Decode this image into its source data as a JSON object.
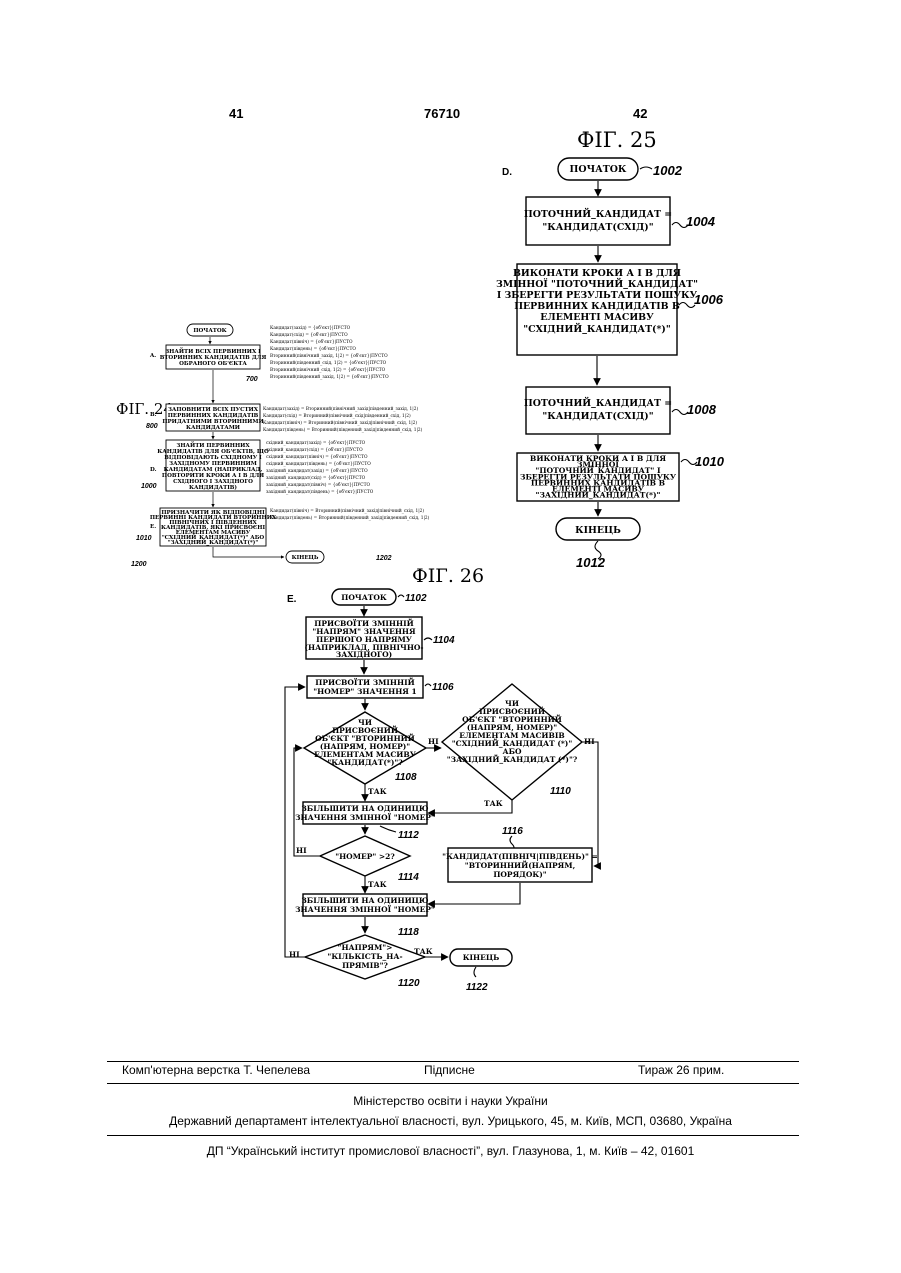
{
  "header": {
    "left_page": "41",
    "patent_number": "76710",
    "right_page": "42"
  },
  "fig24": {
    "title": "ФІГ. 24",
    "start": "ПОЧАТОК",
    "end": "КІНЕЦЬ",
    "step_a": {
      "letter": "A.",
      "lines": [
        "ЗНАЙТИ ВСІХ ПЕРВИННИХ І",
        "ВТОРИННИХ КАНДИДАТІВ ДЛЯ",
        "ОБРАНОГО ОБ'ЄКТА"
      ]
    },
    "step_b": {
      "letter": "B.",
      "lines": [
        "ЗАПОВНИТИ ВСІХ ПУСТИХ",
        "ПЕРВИННИХ КАНДИДАТІВ",
        "ПРИДАТНИМИ ВТОРИННИМИ",
        "КАНДИДАТАМИ"
      ]
    },
    "step_d": {
      "letter": "D.",
      "lines": [
        "ЗНАЙТИ ПЕРВИННИХ",
        "КАНДИДАТІВ ДЛЯ ОБ'ЄКТІВ, ЩО",
        "ВІДПОВІДАЮТЬ СХІДНОМУ І",
        "ЗАХІДНОМУ ПЕРВИННИМ",
        "КАНДИДАТАМ (НАПРИКЛАД,",
        "ПОВТОРИТИ КРОКИ А І В ДЛЯ",
        "СХІДНОГО І ЗАХІДНОГО",
        "КАНДИДАТІВ)"
      ]
    },
    "step_e": {
      "letter": "E.",
      "lines": [
        "ПРИЗНАЧИТИ ЯК ВІДПОВІДНІ",
        "ПЕРВИННІ КАНДИДАТИ ВТОРИННИХ",
        "ПІВНІЧНИХ І ПІВДЕННИХ",
        "КАНДИДАТІВ, ЯКІ ПРИСВОЄНІ",
        "ЕЛЕМЕНТАМ МАСИВУ",
        "\"СХІДНИЙ_КАНДИДАТ(*)\" АБО",
        "\"ЗАХІДНИЙ_КАНДИДАТ(*)\""
      ]
    },
    "annot_a": [
      "Кандидат(захід) = {об'єкт}|ПУСТО",
      "Кандидат(схід) = {об'єкт}|ПУСТО",
      "Кандидат(північ) = {об'єкт}|ПУСТО",
      "Кандидат(південь) = {об'єкт}|ПУСТО",
      "Вторинний(північний_захід, 1|2) = {об'єкт}|ПУСТО",
      "Вторинний(південний_схід, 1|2) = {об'єкт}|ПУСТО",
      "Вторинний(північний_схід, 1|2) = {об'єкт}|ПУСТО",
      "Вторинний(південний_захід, 1|2) = {об'єкт}|ПУСТО"
    ],
    "annot_b": [
      "Кандидат(захід) = Вторинний(північний_захід|південний_захід, 1|2)",
      "Кандидат(схід) = Вторинний(північний_схід|південний_схід, 1|2)",
      "Кандидат(північ) = Вторинний(північний_захід|північний_схід, 1|2)",
      "Кандидат(південь) = Вторинний(південний_захід|південний_схід, 1|2)"
    ],
    "annot_d": [
      "східний_кандидат(захід) = {об'єкт}|ПУСТО",
      "східний_кандидат(схід) = {об'єкт}|ПУСТО",
      "східний_кандидат(північ) = {об'єкт}|ПУСТО",
      "східний_кандидат(південь) = {об'єкт}|ПУСТО",
      "західний_кандидат(захід) = {об'єкт}|ПУСТО",
      "західний_кандидат(схід) = {об'єкт}|ПУСТО",
      "західний_кандидат(північ) = {об'єкт}|ПУСТО",
      "західний_кандидат(південь) = {об'єкт}|ПУСТО"
    ],
    "annot_e": [
      "Кандидат(північ) = Вторинний(північний_захід|північний_схід, 1|2)",
      "Кандидат(південь) = Вторинний(південний_захід|південний_схід, 1|2)"
    ],
    "refs": {
      "r700": "700",
      "r800": "800",
      "r1000": "1000",
      "r1010": "1010",
      "r1200": "1200",
      "r1202": "1202"
    }
  },
  "fig25": {
    "title": "ФІГ. 25",
    "letter": "D.",
    "start": "ПОЧАТОК",
    "b1004": [
      "ПОТОЧНИЙ_КАНДИДАТ =",
      "\"КАНДИДАТ(СХІД)\""
    ],
    "b1006": [
      "ВИКОНАТИ КРОКИ А І В ДЛЯ",
      "ЗМІННОЇ \"ПОТОЧНИЙ_КАНДИДАТ\"",
      "І ЗБЕРЕГТИ РЕЗУЛЬТАТИ ПОШУКУ",
      "ПЕРВИННИХ КАНДИДАТІВ В",
      "ЕЛЕМЕНТІ МАСИВУ",
      "\"СХІДНИЙ_КАНДИДАТ(*)\""
    ],
    "b1008": [
      "ПОТОЧНИЙ_КАНДИДАТ =",
      "\"КАНДИДАТ(СХІД)\""
    ],
    "b1010": [
      "ВИКОНАТИ КРОКИ А І В ДЛЯ",
      "ЗМІННОЇ",
      "\"ПОТОЧНИЙ_КАНДИДАТ\" І",
      "ЗБЕРЕГТИ РЕЗУЛЬТАТИ ПОШУКУ",
      "ПЕРВИННИХ КАНДИДАТІВ В",
      "ЕЛЕМЕНТІ МАСИВУ",
      "\"ЗАХІДНИЙ_КАНДИДАТ(*)\""
    ],
    "end": "КІНЕЦЬ",
    "refs": {
      "r1002": "1002",
      "r1004": "1004",
      "r1006": "1006",
      "r1008": "1008",
      "r1010": "1010",
      "r1012": "1012"
    }
  },
  "fig26": {
    "title": "ФІГ. 26",
    "letter": "E.",
    "start": "ПОЧАТОК",
    "b1104": [
      "ПРИСВОЇТИ ЗМІННІЙ",
      "\"НАПРЯМ\" ЗНАЧЕННЯ",
      "ПЕРШОГО НАПРЯМУ",
      "(НАПРИКЛАД, ПІВНІЧНО-",
      "ЗАХІДНОГО)"
    ],
    "b1106": [
      "ПРИСВОЇТИ ЗМІННІЙ",
      "\"НОМЕР\" ЗНАЧЕННЯ 1"
    ],
    "d1108": [
      "ЧИ",
      "ПРИСВОЄНИЙ",
      "ОБ'ЄКТ \"ВТОРИННИЙ",
      "(НАПРЯМ, НОМЕР)\"",
      "ЕЛЕМЕНТАМ МАСИВУ",
      "\"КАНДИДАТ(*)\"?"
    ],
    "d1110": [
      "ЧИ",
      "ПРИСВОЄНИЙ",
      "ОБ'ЄКТ \"ВТОРИННИЙ",
      "(НАПРЯМ, НОМЕР)\"",
      "ЕЛЕМЕНТАМ МАСИВІВ",
      "\"СХІДНИЙ_КАНДИДАТ (*)\"",
      "АБО",
      "\"ЗАХІДНИЙ_КАНДИДАТ (*)\"?"
    ],
    "b1112": [
      "ЗБІЛЬШИТИ НА ОДИНИЦЮ",
      "ЗНАЧЕННЯ ЗМІННОЇ \"НОМЕР\""
    ],
    "d1114": [
      "\"НОМЕР\" >2?"
    ],
    "b1116": [
      "\"КАНДИДАТ(ПІВНІЧ|ПІВДЕНЬ)\" =",
      "\"ВТОРИННИЙ(НАПРЯМ,",
      "ПОРЯДОК)\""
    ],
    "b1118": [
      "ЗБІЛЬШИТИ НА ОДИНИЦЮ",
      "ЗНАЧЕННЯ ЗМІННОЇ \"НОМЕР\""
    ],
    "d1120": [
      "\"НАПРЯМ\">",
      "\"КІЛЬКІСТЬ_НА-",
      "ПРЯМІВ\"?"
    ],
    "end": "КІНЕЦЬ",
    "labels": {
      "yes": "ТАК",
      "no": "НІ"
    },
    "refs": {
      "r1102": "1102",
      "r1104": "1104",
      "r1106": "1106",
      "r1108": "1108",
      "r1110": "1110",
      "r1112": "1112",
      "r1114": "1114",
      "r1116": "1116",
      "r1118": "1118",
      "r1120": "1120",
      "r1122": "1122"
    }
  },
  "footer": {
    "typesetting": "Комп'ютерна верстка Т. Чепелева",
    "signed": "Підписне",
    "circulation": "Тираж 26 прим.",
    "ministry": "Міністерство освіти і науки України",
    "department": "Державний департамент інтелектуальної власності, вул. Урицького, 45, м. Київ, МСП, 03680, Україна",
    "institute": "ДП “Український інститут промислової власності”, вул. Глазунова, 1, м. Київ – 42, 01601"
  }
}
